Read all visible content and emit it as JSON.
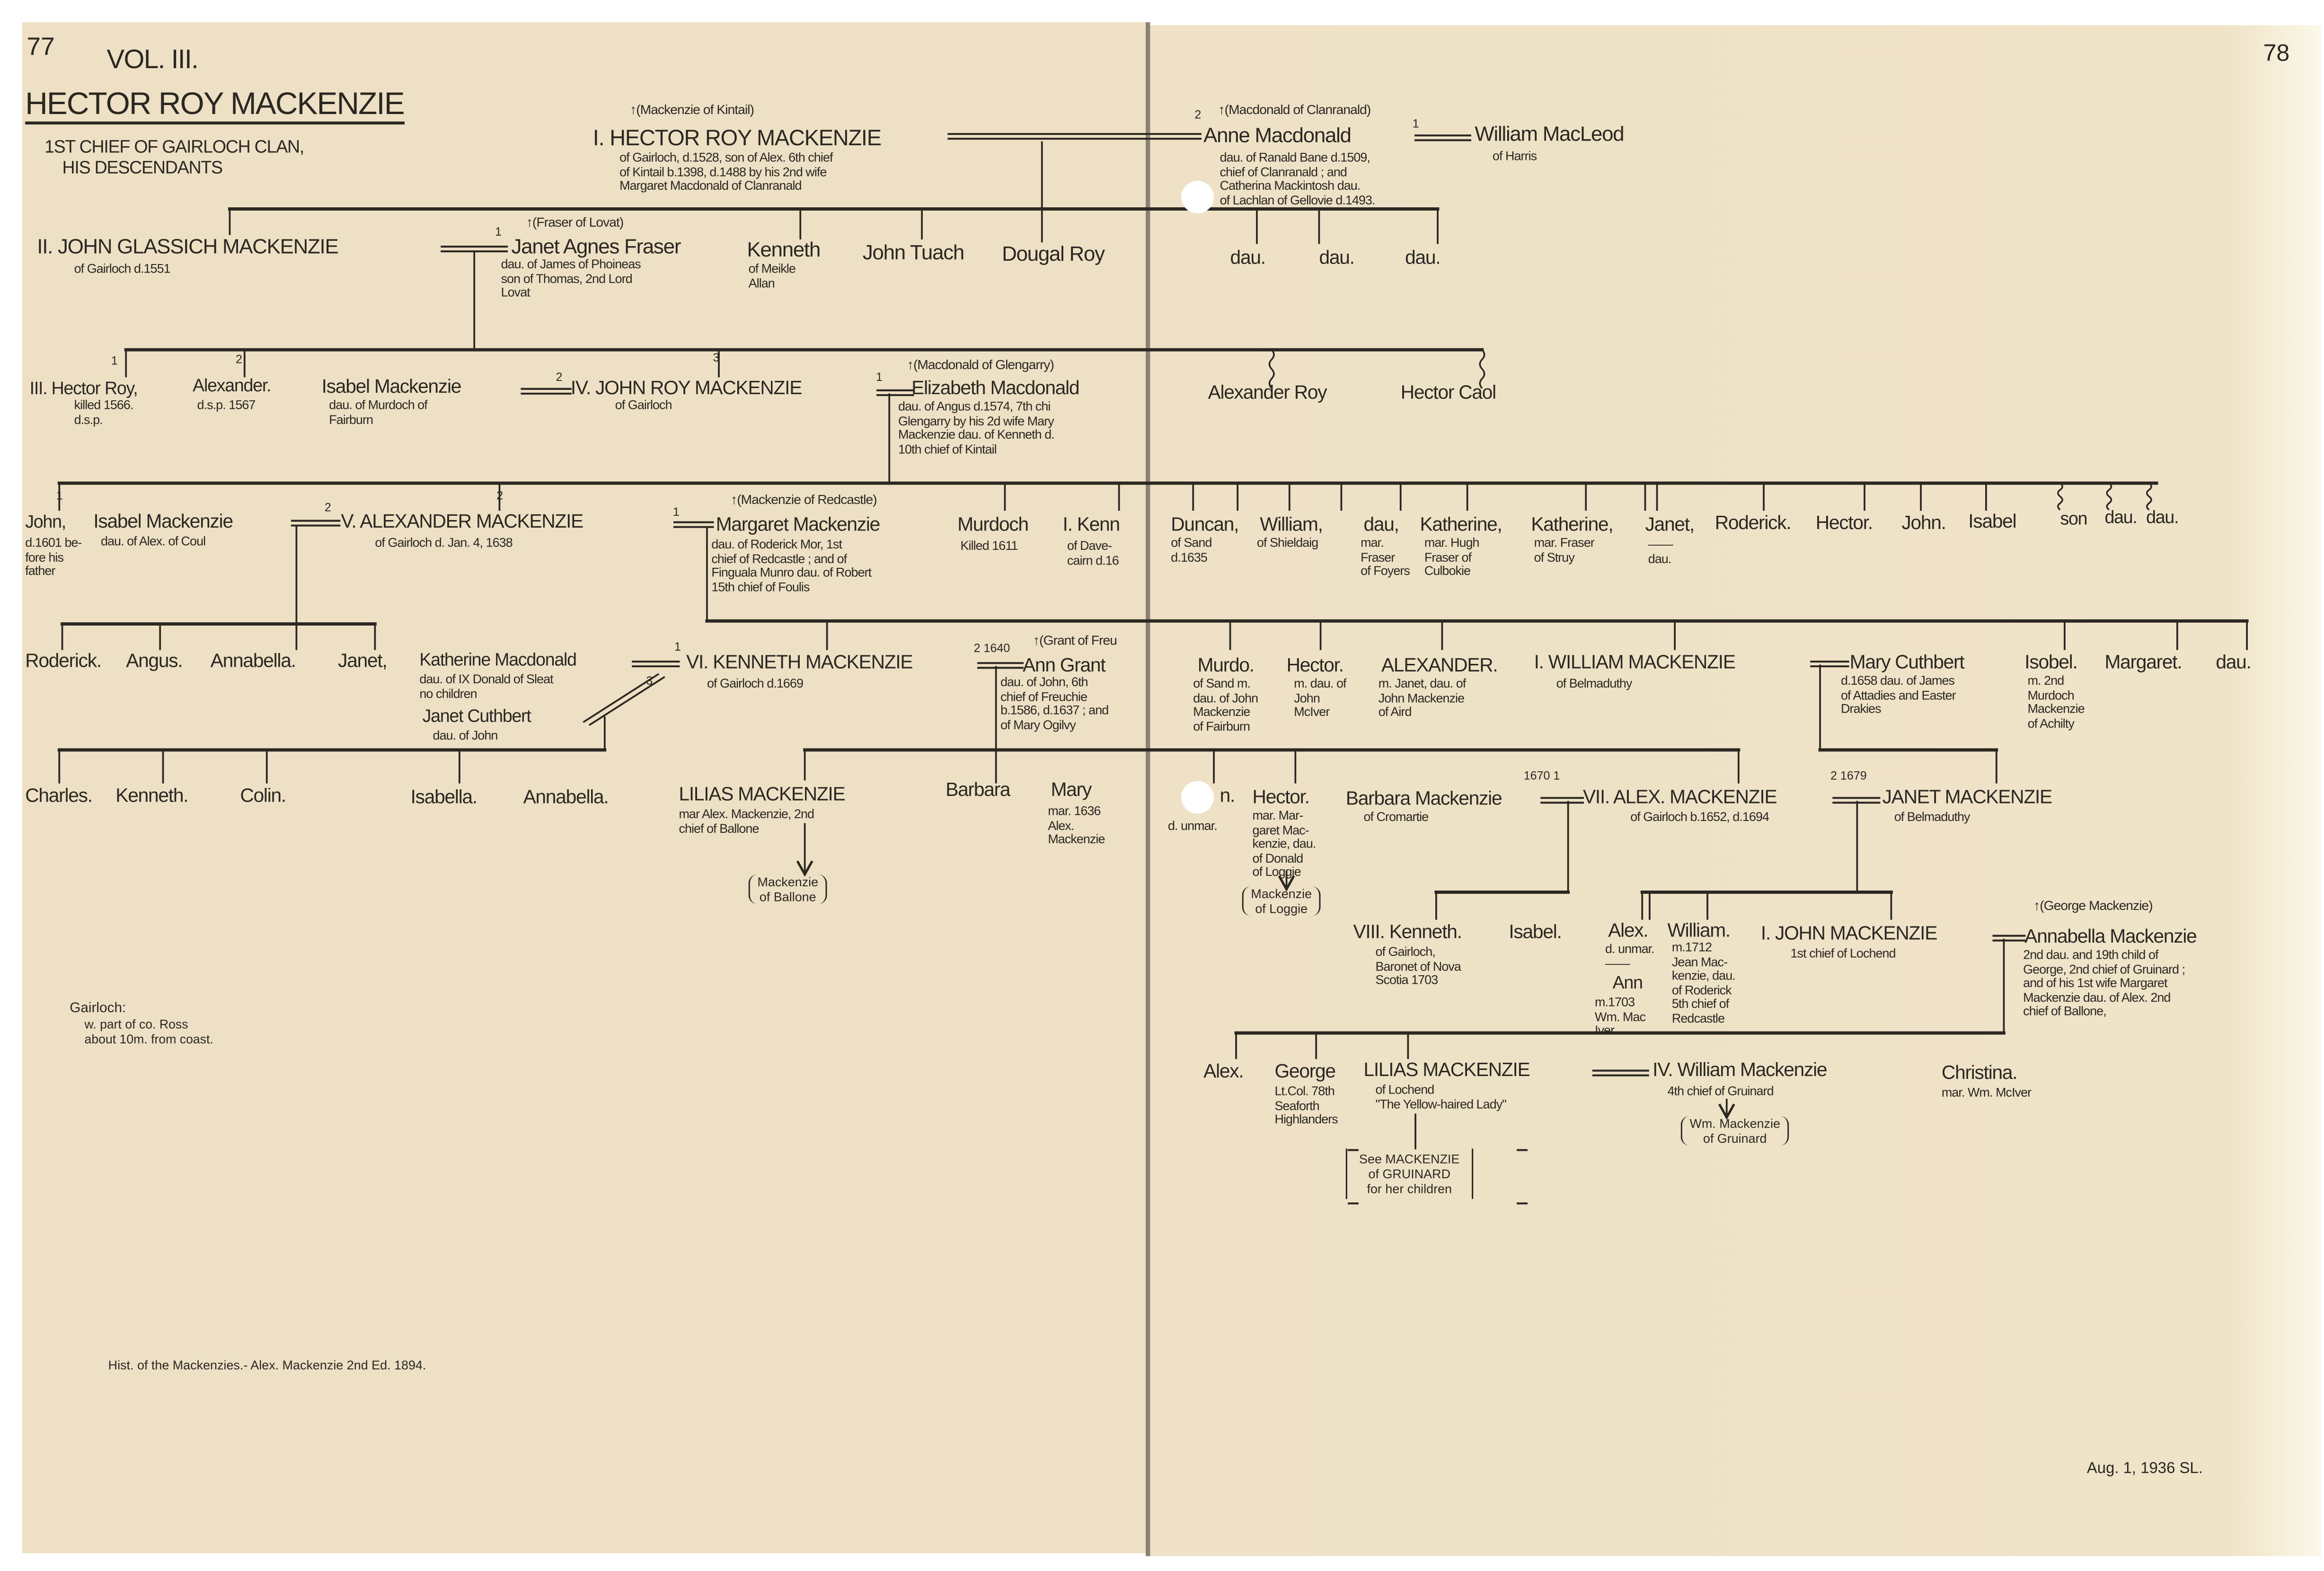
{
  "page": {
    "left_number": "77",
    "volume": "VOL. III.",
    "right_number": "78"
  },
  "title": {
    "main": "HECTOR ROY MACKENZIE",
    "sub1": "1ST CHIEF OF GAIRLOCH CLAN,",
    "sub2": "HIS DESCENDANTS"
  },
  "colors": {
    "paper": "#ede0c4",
    "ink": "#2b2722"
  },
  "entries": {
    "hector1": {
      "name": "I. HECTOR ROY MACKENZIE",
      "notes": [
        "of Gairloch, d.1528, son of Alex. 6th chief",
        "of Kintail b.1398, d.1488 by his 2nd wife",
        "Margaret Macdonald of Clanranald"
      ]
    },
    "anne": {
      "name": "Anne Macdonald",
      "notes": [
        "dau. of Ranald Bane d.1509,",
        "chief of Clanranald ; and",
        "Catherina Mackintosh dau.",
        "of Lachlan of Gellovie d.1493."
      ]
    },
    "wmacleod": {
      "name": "William MacLeod",
      "notes": [
        "of Harris"
      ]
    },
    "john2": {
      "name": "II. JOHN GLASSICH MACKENZIE",
      "notes": [
        "of Gairloch d.1551"
      ]
    },
    "janetfraser": {
      "name": "Janet Agnes Fraser",
      "notes": [
        "dau. of James of Phoineas",
        "son of Thomas, 2nd Lord",
        "Lovat"
      ]
    },
    "kenneth_meikle": {
      "name": "Kenneth",
      "notes": [
        "of Meikle",
        "Allan"
      ]
    },
    "johntuach": {
      "name": "John Tuach"
    },
    "dougal": {
      "name": "Dougal Roy"
    },
    "dau1": {
      "name": "dau."
    },
    "dau2": {
      "name": "dau."
    },
    "dau3": {
      "name": "dau."
    },
    "hector3": {
      "name": "III. Hector Roy,",
      "notes": [
        "killed 1566.",
        "   d.s.p."
      ]
    },
    "alexander_dsp": {
      "name": "Alexander.",
      "notes": [
        "d.s.p. 1567"
      ]
    },
    "isabel_fairburn": {
      "name": "Isabel Mackenzie",
      "notes": [
        "dau. of Murdoch of",
        "Fairburn"
      ]
    },
    "john4": {
      "name": "IV. JOHN ROY MACKENZIE",
      "notes": [
        "of Gairloch"
      ]
    },
    "elizabeth": {
      "name": "Elizabeth Macdonald",
      "notes": [
        "dau. of Angus d.1574, 7th chi",
        "Glengarry by his 2d wife Mary",
        "Mackenzie dau. of Kenneth d.",
        "10th chief of Kintail"
      ]
    },
    "alexroy": {
      "name": "Alexander Roy"
    },
    "hectorcaol": {
      "name": "Hector Caol"
    },
    "john_dfather": {
      "name": "John,",
      "notes": [
        "d.1601 be-",
        "fore his",
        "father"
      ]
    },
    "isabel_coul": {
      "name": "Isabel Mackenzie",
      "notes": [
        "dau. of Alex. of Coul"
      ]
    },
    "alex5": {
      "name": "V. ALEXANDER MACKENZIE",
      "notes": [
        "of Gairloch d. Jan. 4, 1638"
      ]
    },
    "margaret_red": {
      "name": "Margaret Mackenzie",
      "notes": [
        "dau. of Roderick Mor, 1st",
        "chief of Redcastle ; and of",
        "Finguala Munro dau. of Robert",
        "15th chief of Foulis"
      ]
    },
    "murdoch": {
      "name": "Murdoch",
      "notes": [
        "Killed 1611"
      ]
    },
    "kenneth_dav": {
      "name": "I. Kenn",
      "notes": [
        "of Dave-",
        "cairn d.16"
      ]
    },
    "duncan": {
      "name": "Duncan,",
      "notes": [
        "of Sand",
        "d.1635"
      ]
    },
    "william_sh": {
      "name": "William,",
      "notes": [
        "of Shieldaig"
      ]
    },
    "dau_foyers": {
      "name": "dau,",
      "notes": [
        "mar.",
        "Fraser",
        "of Foyers"
      ]
    },
    "kath1": {
      "name": "Katherine,",
      "notes": [
        "mar. Hugh",
        "Fraser of",
        "Culbokie"
      ]
    },
    "kath2": {
      "name": "Katherine,",
      "notes": [
        "mar. Fraser",
        "of Struy"
      ]
    },
    "janet4": {
      "name": "Janet,",
      "notes": [
        "——",
        "dau."
      ]
    },
    "roderick4": {
      "name": "Roderick."
    },
    "hector4": {
      "name": "Hector."
    },
    "john4b": {
      "name": "John."
    },
    "isabel4": {
      "name": "Isabel"
    },
    "son4": {
      "name": "son"
    },
    "dau4a": {
      "name": "dau."
    },
    "dau4b": {
      "name": "dau."
    },
    "roderick5": {
      "name": "Roderick."
    },
    "angus5": {
      "name": "Angus."
    },
    "annabella5": {
      "name": "Annabella."
    },
    "janet5": {
      "name": "Janet,"
    },
    "kath_mac": {
      "name": "Katherine Macdonald",
      "notes": [
        "dau. of IX Donald of Sleat",
        "    no children"
      ]
    },
    "kenneth6": {
      "name": "VI. KENNETH MACKENZIE",
      "notes": [
        "of Gairloch d.1669"
      ]
    },
    "anngrant": {
      "name": "Ann Grant",
      "notes": [
        "dau. of John, 6th",
        "chief of Freuchie",
        "b.1586, d.1637 ; and",
        "of Mary Ogilvy"
      ]
    },
    "janetcuth": {
      "name": "Janet Cuthbert",
      "notes": [
        "dau. of John"
      ]
    },
    "charles": {
      "name": "Charles."
    },
    "kenneth7": {
      "name": "Kenneth."
    },
    "colin": {
      "name": "Colin."
    },
    "isabella": {
      "name": "Isabella."
    },
    "annabella7": {
      "name": "Annabella."
    },
    "lilias1": {
      "name": "LILIAS MACKENZIE",
      "notes": [
        "mar Alex. Mackenzie, 2nd",
        "chief of Ballone"
      ]
    },
    "barbara1": {
      "name": "Barbara"
    },
    "mary1": {
      "name": "Mary",
      "notes": [
        "mar. 1636",
        "Alex.",
        "Mackenzie"
      ]
    },
    "murdo": {
      "name": "Murdo.",
      "notes": [
        "of Sand m.",
        "dau. of John",
        "Mackenzie",
        "of Fairburn"
      ]
    },
    "hector5": {
      "name": "Hector.",
      "notes": [
        "m. dau. of",
        "John",
        "McIver"
      ]
    },
    "alexander5": {
      "name": "ALEXANDER.",
      "notes": [
        "m. Janet, dau. of",
        "John Mackenzie",
        "of Aird"
      ]
    },
    "william1": {
      "name": "I. WILLIAM MACKENZIE",
      "notes": [
        "of Belmaduthy"
      ]
    },
    "marycuth": {
      "name": "Mary Cuthbert",
      "notes": [
        "d.1658 dau. of James",
        "of Attadies and Easter",
        "Drakies"
      ]
    },
    "isobel": {
      "name": "Isobel.",
      "notes": [
        "m. 2nd",
        "Murdoch",
        "Mackenzie",
        "of Achilty"
      ]
    },
    "margaret5": {
      "name": "Margaret."
    },
    "dau5": {
      "name": "dau."
    },
    "n6": {
      "name": "n.",
      "notes": [
        "d. unmar."
      ]
    },
    "hector6": {
      "name": "Hector.",
      "notes": [
        "mar. Mar-",
        "garet Mac-",
        "kenzie, dau.",
        "of Donald",
        "of Loggie"
      ]
    },
    "barbara_crom": {
      "name": "Barbara Mackenzie",
      "notes": [
        "of Cromartie"
      ]
    },
    "alex7": {
      "name": "VII. ALEX. MACKENZIE",
      "notes": [
        "of Gairloch b.1652, d.1694"
      ]
    },
    "janet_belm": {
      "name": "JANET MACKENZIE",
      "notes": [
        "of Belmaduthy"
      ]
    },
    "kenneth8": {
      "name": "VIII. Kenneth.",
      "notes": [
        "of Gairloch,",
        "Baronet of Nova",
        "Scotia 1703"
      ]
    },
    "isabel8": {
      "name": "Isabel."
    },
    "alex8": {
      "name": "Alex.",
      "notes": [
        "d. unmar.",
        "——"
      ]
    },
    "ann8": {
      "name": "Ann",
      "notes": [
        "m.1703",
        "Wm. Mac",
        "Iver"
      ]
    },
    "william8": {
      "name": "William.",
      "notes": [
        "m.1712",
        "Jean Mac-",
        "kenzie, dau.",
        "of Roderick",
        "5th chief of",
        "Redcastle"
      ]
    },
    "john_loch": {
      "name": "I. JOHN MACKENZIE",
      "notes": [
        "1st chief of Lochend"
      ]
    },
    "annabella_g": {
      "name": "Annabella Mackenzie",
      "notes": [
        "2nd dau. and 19th child of",
        "George, 2nd chief of Gruinard ;",
        "and of his 1st wife Margaret",
        "Mackenzie dau. of Alex. 2nd",
        "chief of Ballone,"
      ]
    },
    "alex9": {
      "name": "Alex."
    },
    "george9": {
      "name": "George",
      "notes": [
        "Lt.Col. 78th",
        "Seaforth",
        "Highlanders"
      ]
    },
    "lilias2": {
      "name": "LILIAS MACKENZIE",
      "notes": [
        "of Lochend",
        "\"The Yellow-haired Lady\""
      ]
    },
    "william_g": {
      "name": "IV. William Mackenzie",
      "notes": [
        "4th chief of Gruinard"
      ]
    },
    "christina": {
      "name": "Christina.",
      "notes": [
        "mar. Wm. McIver"
      ]
    }
  },
  "lineage_refs": {
    "kintail": "↑(Mackenzie of Kintail)",
    "clanranald": "↑(Macdonald of Clanranald)",
    "lovat": "↑(Fraser of Lovat)",
    "glengarry": "↑(Macdonald of Glengarry)",
    "redcastle": "↑(Mackenzie of Redcastle)",
    "freuchie": "↑(Grant of Freu",
    "george": "↑(George Mackenzie)"
  },
  "marriage_marks": {
    "a": "2",
    "b": "1",
    "c": "1",
    "d": "1",
    "e": "2",
    "f": "3",
    "g": "2",
    "h": "1",
    "i": "1",
    "j": "2",
    "k": "2",
    "l": "1",
    "m": "1",
    "n": "2 1640",
    "o": "3",
    "p": "1670 1",
    "q": "2 1679"
  },
  "descendant_refs": {
    "ballone": [
      "Mackenzie",
      "of Ballone"
    ],
    "loggie": [
      "Mackenzie",
      "of Loggie"
    ],
    "gruinard": [
      "Wm. Mackenzie",
      "of Gruinard"
    ],
    "see_gruinard": [
      "See MACKENZIE",
      "of GRUINARD",
      "for her children"
    ]
  },
  "margin_notes": {
    "gairloch": [
      "Gairloch:",
      "w. part of co. Ross",
      "about 10m. from coast."
    ],
    "source": "Hist. of the Mackenzies.- Alex. Mackenzie 2nd Ed. 1894.",
    "dated": "Aug. 1, 1936 SL."
  }
}
